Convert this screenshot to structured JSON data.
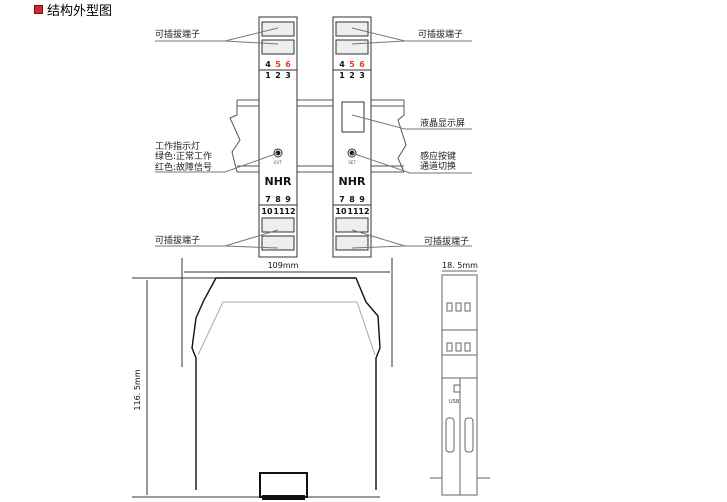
{
  "title": "结构外型图",
  "front_view": {
    "terminal_label_top": "可插拔端子",
    "terminal_label_bottom": "可插拔端子",
    "top_numbers_row1": [
      "4",
      "5",
      "6"
    ],
    "top_numbers_row2": [
      "1",
      "2",
      "3"
    ],
    "bottom_numbers_row1": [
      "7",
      "8",
      "9"
    ],
    "bottom_numbers_row2": [
      "10",
      "11",
      "12"
    ],
    "led_label_lines": [
      "工作指示灯",
      "绿色:正常工作",
      "红色:故障信号"
    ],
    "lcd_label": "液晶显示屏",
    "button_label_lines": [
      "感应按键",
      "通道切换"
    ],
    "led_caption": "EVT",
    "button_caption": "SET",
    "logo": "NHR",
    "red_number_color": "#e0401a"
  },
  "side_view": {
    "width_dim": "109mm",
    "height_dim": "116. 5mm"
  },
  "end_view": {
    "width_dim": "18. 5mm",
    "usb_label": "USB"
  }
}
